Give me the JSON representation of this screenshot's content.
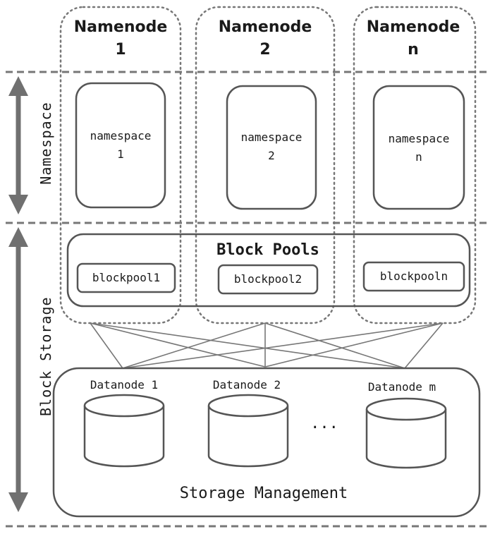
{
  "namenodes": [
    {
      "title_line1": "Namenode",
      "title_line2": "1",
      "namespace_line1": "namespace",
      "namespace_line2": "1",
      "blockpool": "blockpool1"
    },
    {
      "title_line1": "Namenode",
      "title_line2": "2",
      "namespace_line1": "namespace",
      "namespace_line2": "2",
      "blockpool": "blockpool2"
    },
    {
      "title_line1": "Namenode",
      "title_line2": "n",
      "namespace_line1": "namespace",
      "namespace_line2": "n",
      "blockpool": "blockpooln"
    }
  ],
  "layers": {
    "namespace_label": "Namespace",
    "block_storage_label": "Block Storage"
  },
  "block_pools": {
    "title": "Block Pools"
  },
  "datanodes": [
    {
      "label": "Datanode 1"
    },
    {
      "label": "Datanode 2"
    },
    {
      "label": "Datanode m"
    }
  ],
  "ellipsis": "...",
  "storage_management": {
    "title": "Storage Management"
  },
  "colors": {
    "outline": "#555555",
    "line": "#777777",
    "arrow": "#707070",
    "text": "#1a1a1a"
  }
}
